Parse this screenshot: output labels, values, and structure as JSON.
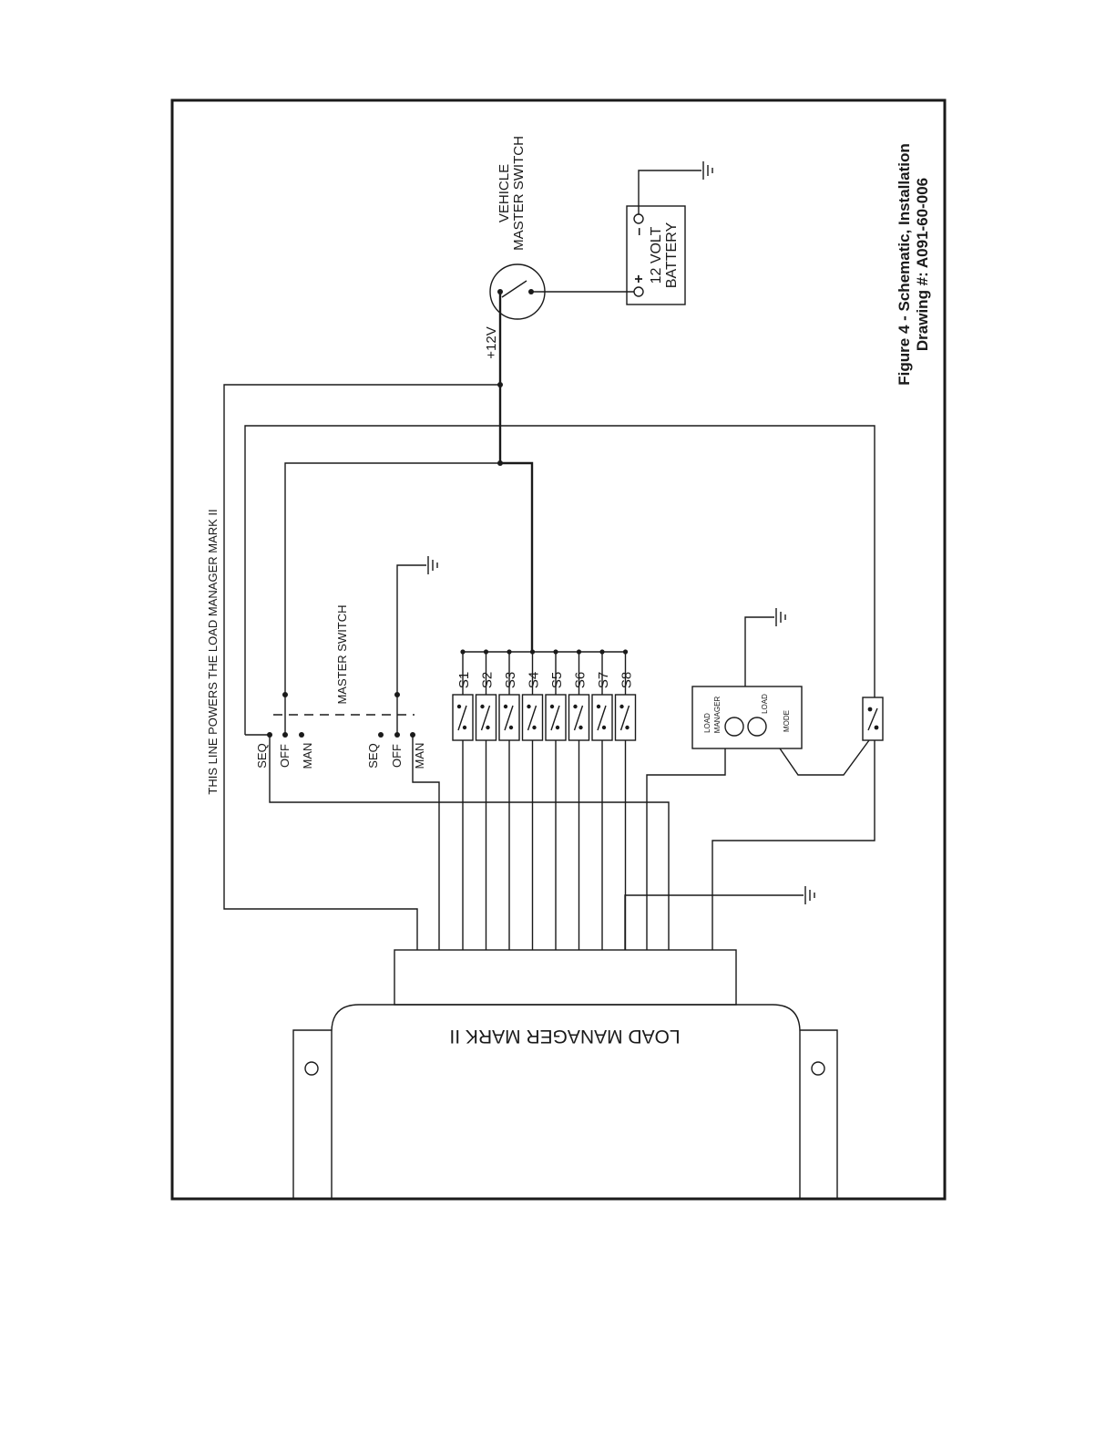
{
  "figure": {
    "caption_line1": "Figure 4 - Schematic, Installation",
    "caption_line2": "Drawing #: A091-60-006"
  },
  "power": {
    "line_note": "THIS LINE POWERS THE LOAD MANAGER MARK II",
    "plus12v": "+12V",
    "vehicle_switch_line1": "VEHICLE",
    "vehicle_switch_line2": "MASTER SWITCH",
    "battery_plus": "+",
    "battery_minus": "–",
    "battery_line1": "12 VOLT",
    "battery_line2": "BATTERY"
  },
  "master_switch": {
    "label": "MASTER SWITCH",
    "positions_a": [
      "SEQ",
      "OFF",
      "MAN"
    ],
    "positions_b": [
      "SEQ",
      "OFF",
      "MAN"
    ]
  },
  "switch_labels": [
    "S1",
    "S2",
    "S3",
    "S4",
    "S5",
    "S6",
    "S7",
    "S8"
  ],
  "control_panel": {
    "label_line1": "LOAD",
    "label_line2": "MANAGER",
    "load_label": "LOAD",
    "mode_label": "MODE"
  },
  "unit": {
    "label": "LOAD MANAGER MARK II"
  },
  "colors": {
    "ink": "#1a1a1a",
    "background": "#ffffff"
  }
}
